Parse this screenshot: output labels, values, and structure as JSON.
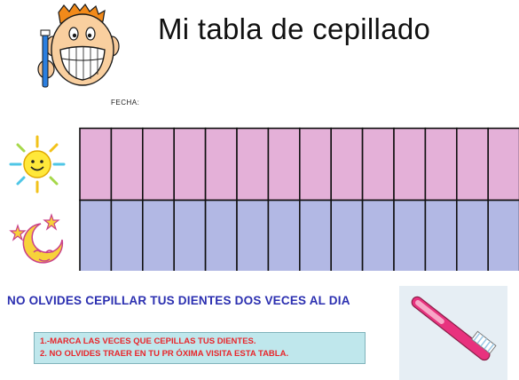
{
  "header": {
    "title": "Mi tabla de cepillado",
    "date_label": "FECHA:"
  },
  "chart": {
    "columns": 14,
    "rows": [
      {
        "period": "morning",
        "icon": "sun-icon",
        "color": "#e4b0d8"
      },
      {
        "period": "night",
        "icon": "moon-stars-icon",
        "color": "#b2b8e4"
      }
    ]
  },
  "reminder": "NO OLVIDES CEPILLAR TUS DIENTES  DOS VECES AL DIA",
  "instructions": [
    "1.-MARCA LAS VECES QUE CEPILLAS TUS DIENTES.",
    "2. NO OLVIDES TRAER EN TU PR    ÓXIMA VISITA ESTA TABLA."
  ],
  "images": {
    "kid": "smiling-kid-with-toothbrush-icon",
    "brush": "toothbrush-icon"
  }
}
